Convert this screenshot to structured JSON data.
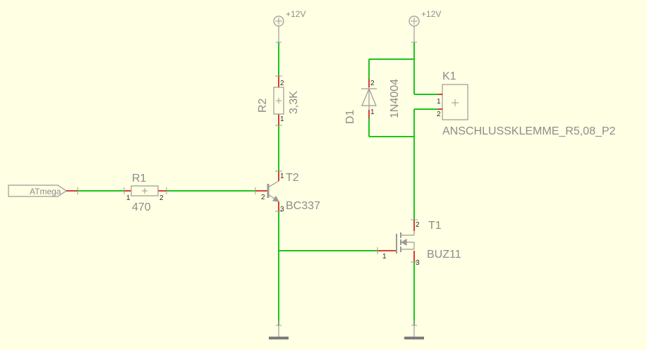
{
  "colors": {
    "background": "#ffffe3",
    "wire": "#1ec31e",
    "pin": "#c00000",
    "symbol": "#9a9a9a"
  },
  "power": {
    "left_label": "+12V",
    "right_label": "+12V"
  },
  "input_port": {
    "label": "ATmega"
  },
  "components": {
    "r1": {
      "name": "R1",
      "value": "470",
      "pin1": "1",
      "pin2": "2"
    },
    "r2": {
      "name": "R2",
      "value": "3,3K",
      "pin1": "1",
      "pin2": "2"
    },
    "t2": {
      "name": "T2",
      "value": "BC337",
      "pin1": "1",
      "pin2": "2",
      "pin3": "3"
    },
    "d1": {
      "name": "D1",
      "value": "1N4004",
      "pin1": "1",
      "pin2": "2"
    },
    "k1": {
      "name": "K1",
      "value": "ANSCHLUSSKLEMME_R5,08_P2",
      "pin1": "1",
      "pin2": "2"
    },
    "t1": {
      "name": "T1",
      "value": "BUZ11",
      "pin1": "1",
      "pin2": "2",
      "pin3": "3"
    }
  }
}
